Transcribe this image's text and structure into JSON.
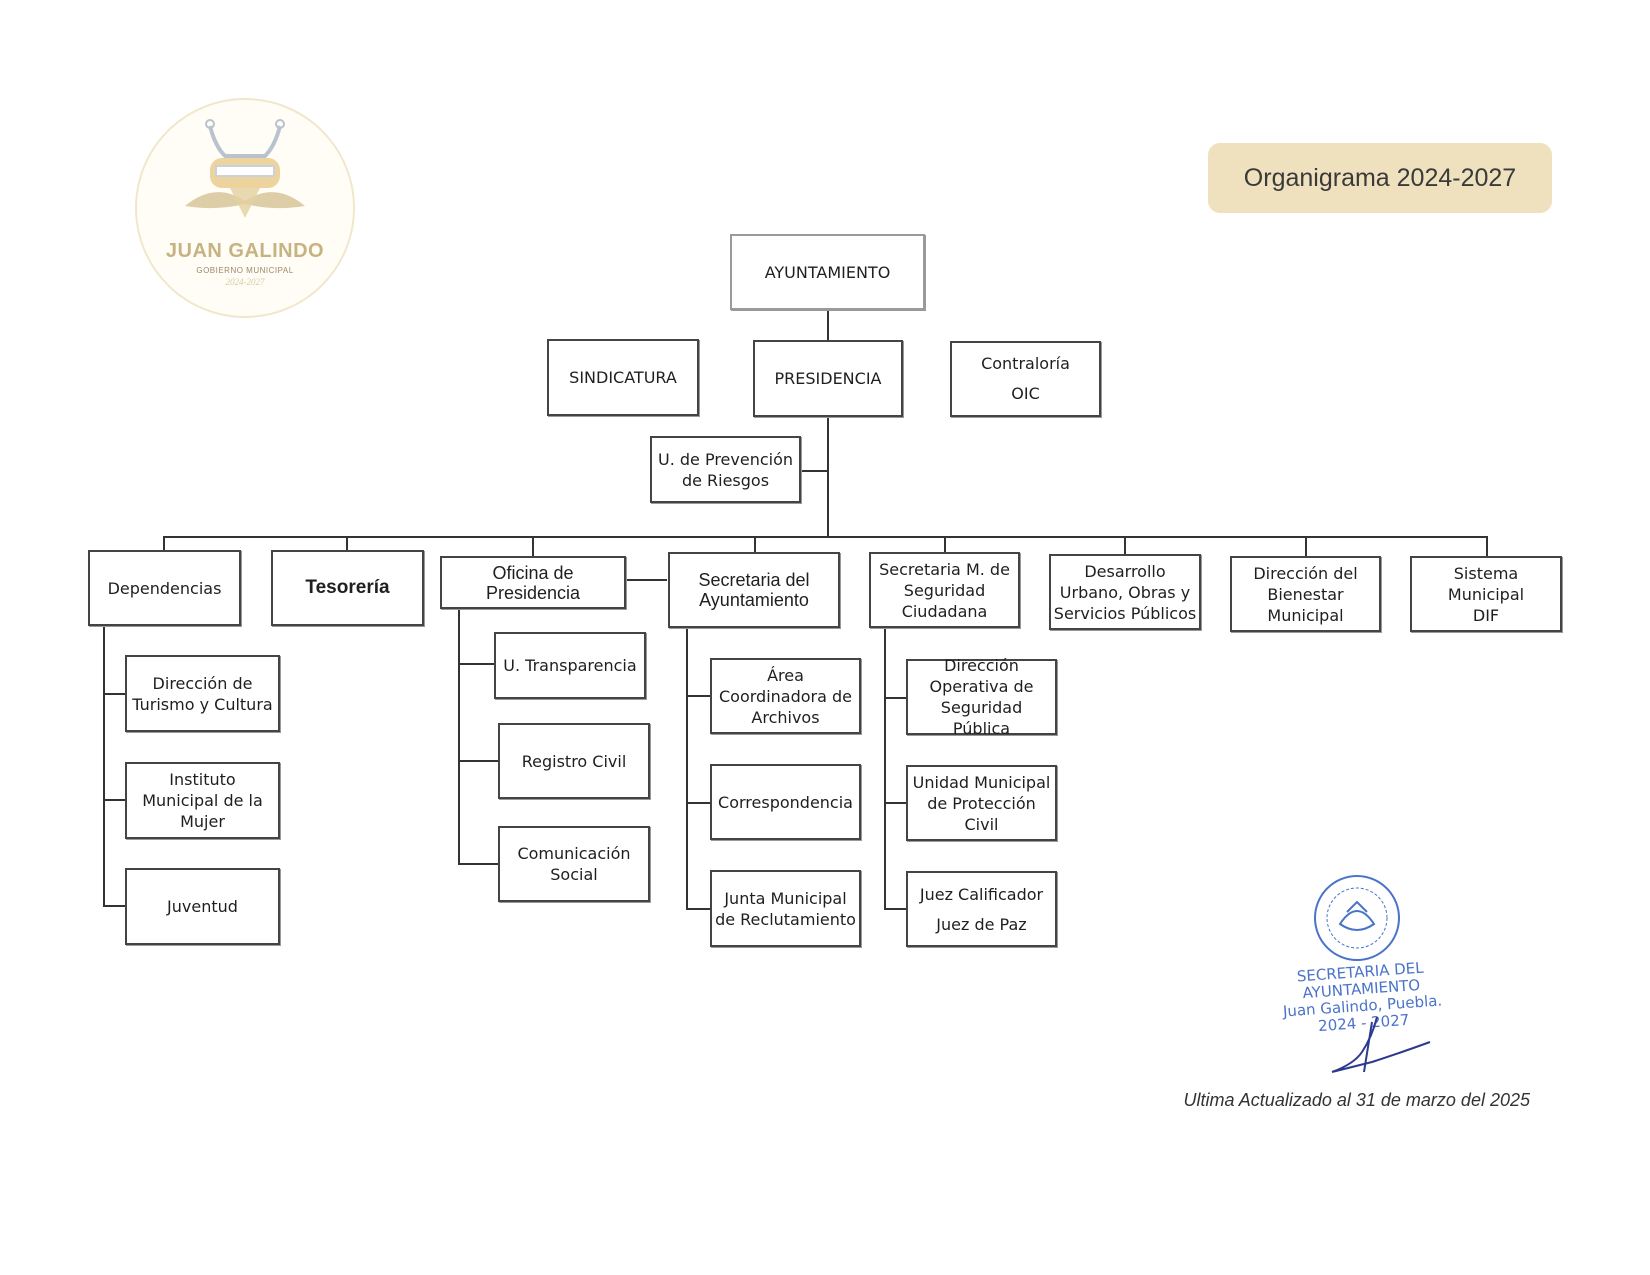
{
  "logo": {
    "name": "JUAN GALINDO",
    "subtitle": "GOBIERNO MUNICIPAL",
    "years": "2024-2027"
  },
  "title": "Organigrama 2024-2027",
  "top": {
    "ayuntamiento": "AYUNTAMIENTO",
    "sindicatura": "SINDICATURA",
    "presidencia": "PRESIDENCIA",
    "contraloria": "Contraloría\nOIC",
    "prevencion": "U.  de Prevención\nde Riesgos"
  },
  "departments": {
    "dependencias": {
      "label": "Dependencias",
      "children": [
        "Dirección  de\nTurismo  y Cultura",
        "Instituto\nMunicipal de la\nMujer",
        "Juventud"
      ]
    },
    "tesoreria": {
      "label": "Tesorería"
    },
    "oficina": {
      "label": "Oficina de\nPresidencia",
      "children": [
        "U.  Transparencia",
        "Registro Civil",
        "Comunicación\nSocial"
      ]
    },
    "secretaria": {
      "label": "Secretaria del\nAyuntamiento",
      "children": [
        "Área\nCoordinadora de\nArchivos",
        "Correspondencia",
        "Junta Municipal\nde Reclutamiento"
      ]
    },
    "seguridad": {
      "label": "Secretaria M. de\nSeguridad\nCiudadana",
      "children": [
        "Dirección\nOperativa de\nSeguridad Pública",
        "Unidad Municipal\nde Protección\nCivil",
        "Juez Calificador\n\nJuez de Paz"
      ]
    },
    "desarrollo": {
      "label": "Desarrollo\nUrbano, Obras y\nServicios Públicos"
    },
    "bienestar": {
      "label": "Dirección del\nBienestar\nMunicipal"
    },
    "dif": {
      "label": "Sistema Municipal\nDIF"
    }
  },
  "stamp": {
    "text": "SECRETARIA DEL\nAYUNTAMIENTO\nJuan Galindo, Puebla.\n2024 - 2027"
  },
  "footer": "Ultima Actualizado al 31 de marzo del 2025",
  "colors": {
    "title_bg": "#efe1bd",
    "stamp": "#4a73c9",
    "logo_gold": "#c7b382"
  }
}
